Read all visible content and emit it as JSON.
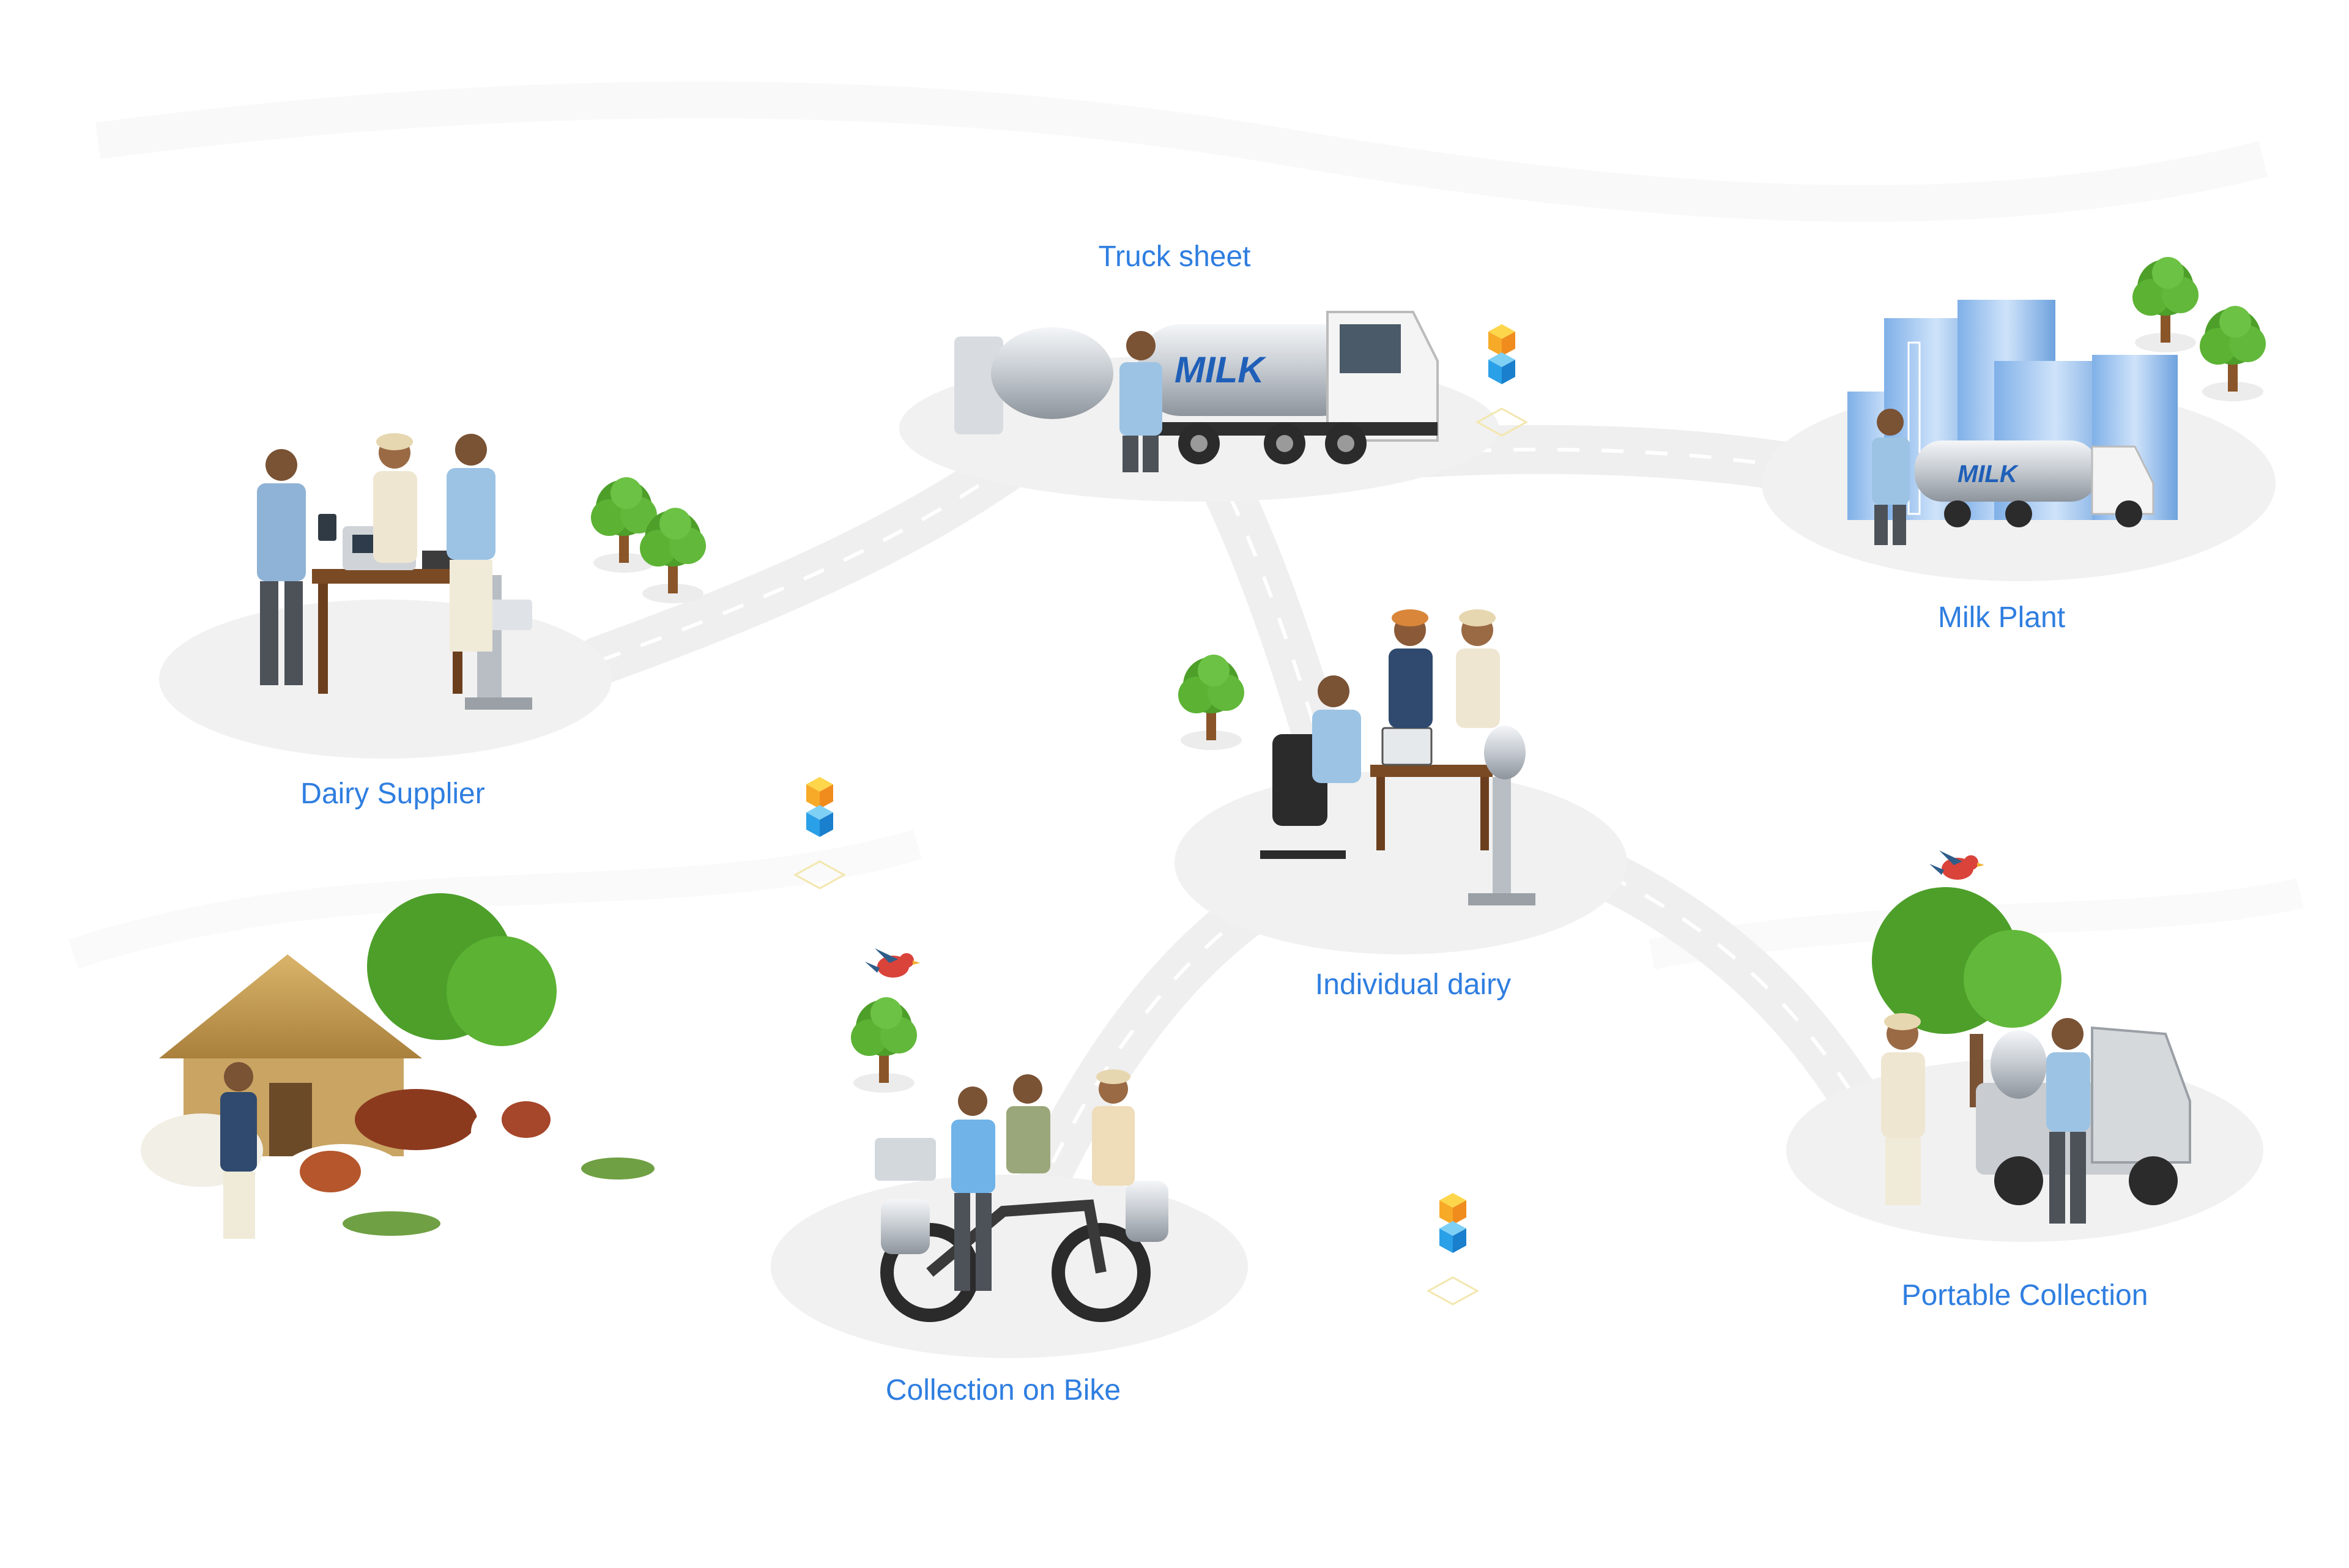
{
  "title": "",
  "brand_colors": {
    "label": "#2f7ee0",
    "road": "#efefef",
    "road_dash": "#ffffff",
    "shadow": "#f2f2f2",
    "tree": "#58b030",
    "cube_orange": "#f7a928",
    "cube_yellow": "#fdd64b",
    "cube_blue": "#2aa0e8",
    "bird": "#d9433a"
  },
  "nodes": {
    "truck_sheet": {
      "label": "Truck sheet",
      "icon": "milk-tanker-truck-icon",
      "truck_text": "MILK"
    },
    "milk_plant": {
      "label": "Milk Plant",
      "icon": "milk-plant-tanks-icon",
      "truck_text": "MILK"
    },
    "dairy_supplier": {
      "label": "Dairy Supplier",
      "icon": "milk-testing-table-icon"
    },
    "individual_dairy": {
      "label": "Individual dairy",
      "icon": "dairy-desk-icon"
    },
    "collection_on_bike": {
      "label": "Collection on Bike",
      "icon": "motorbike-icon"
    },
    "portable_collection": {
      "label": "Portable Collection",
      "icon": "pickup-truck-icon"
    },
    "farm": {
      "icon": "farm-hut-cows-icon"
    }
  },
  "decorations": [
    "tree-icon",
    "cube-stack-icon",
    "bird-icon"
  ]
}
